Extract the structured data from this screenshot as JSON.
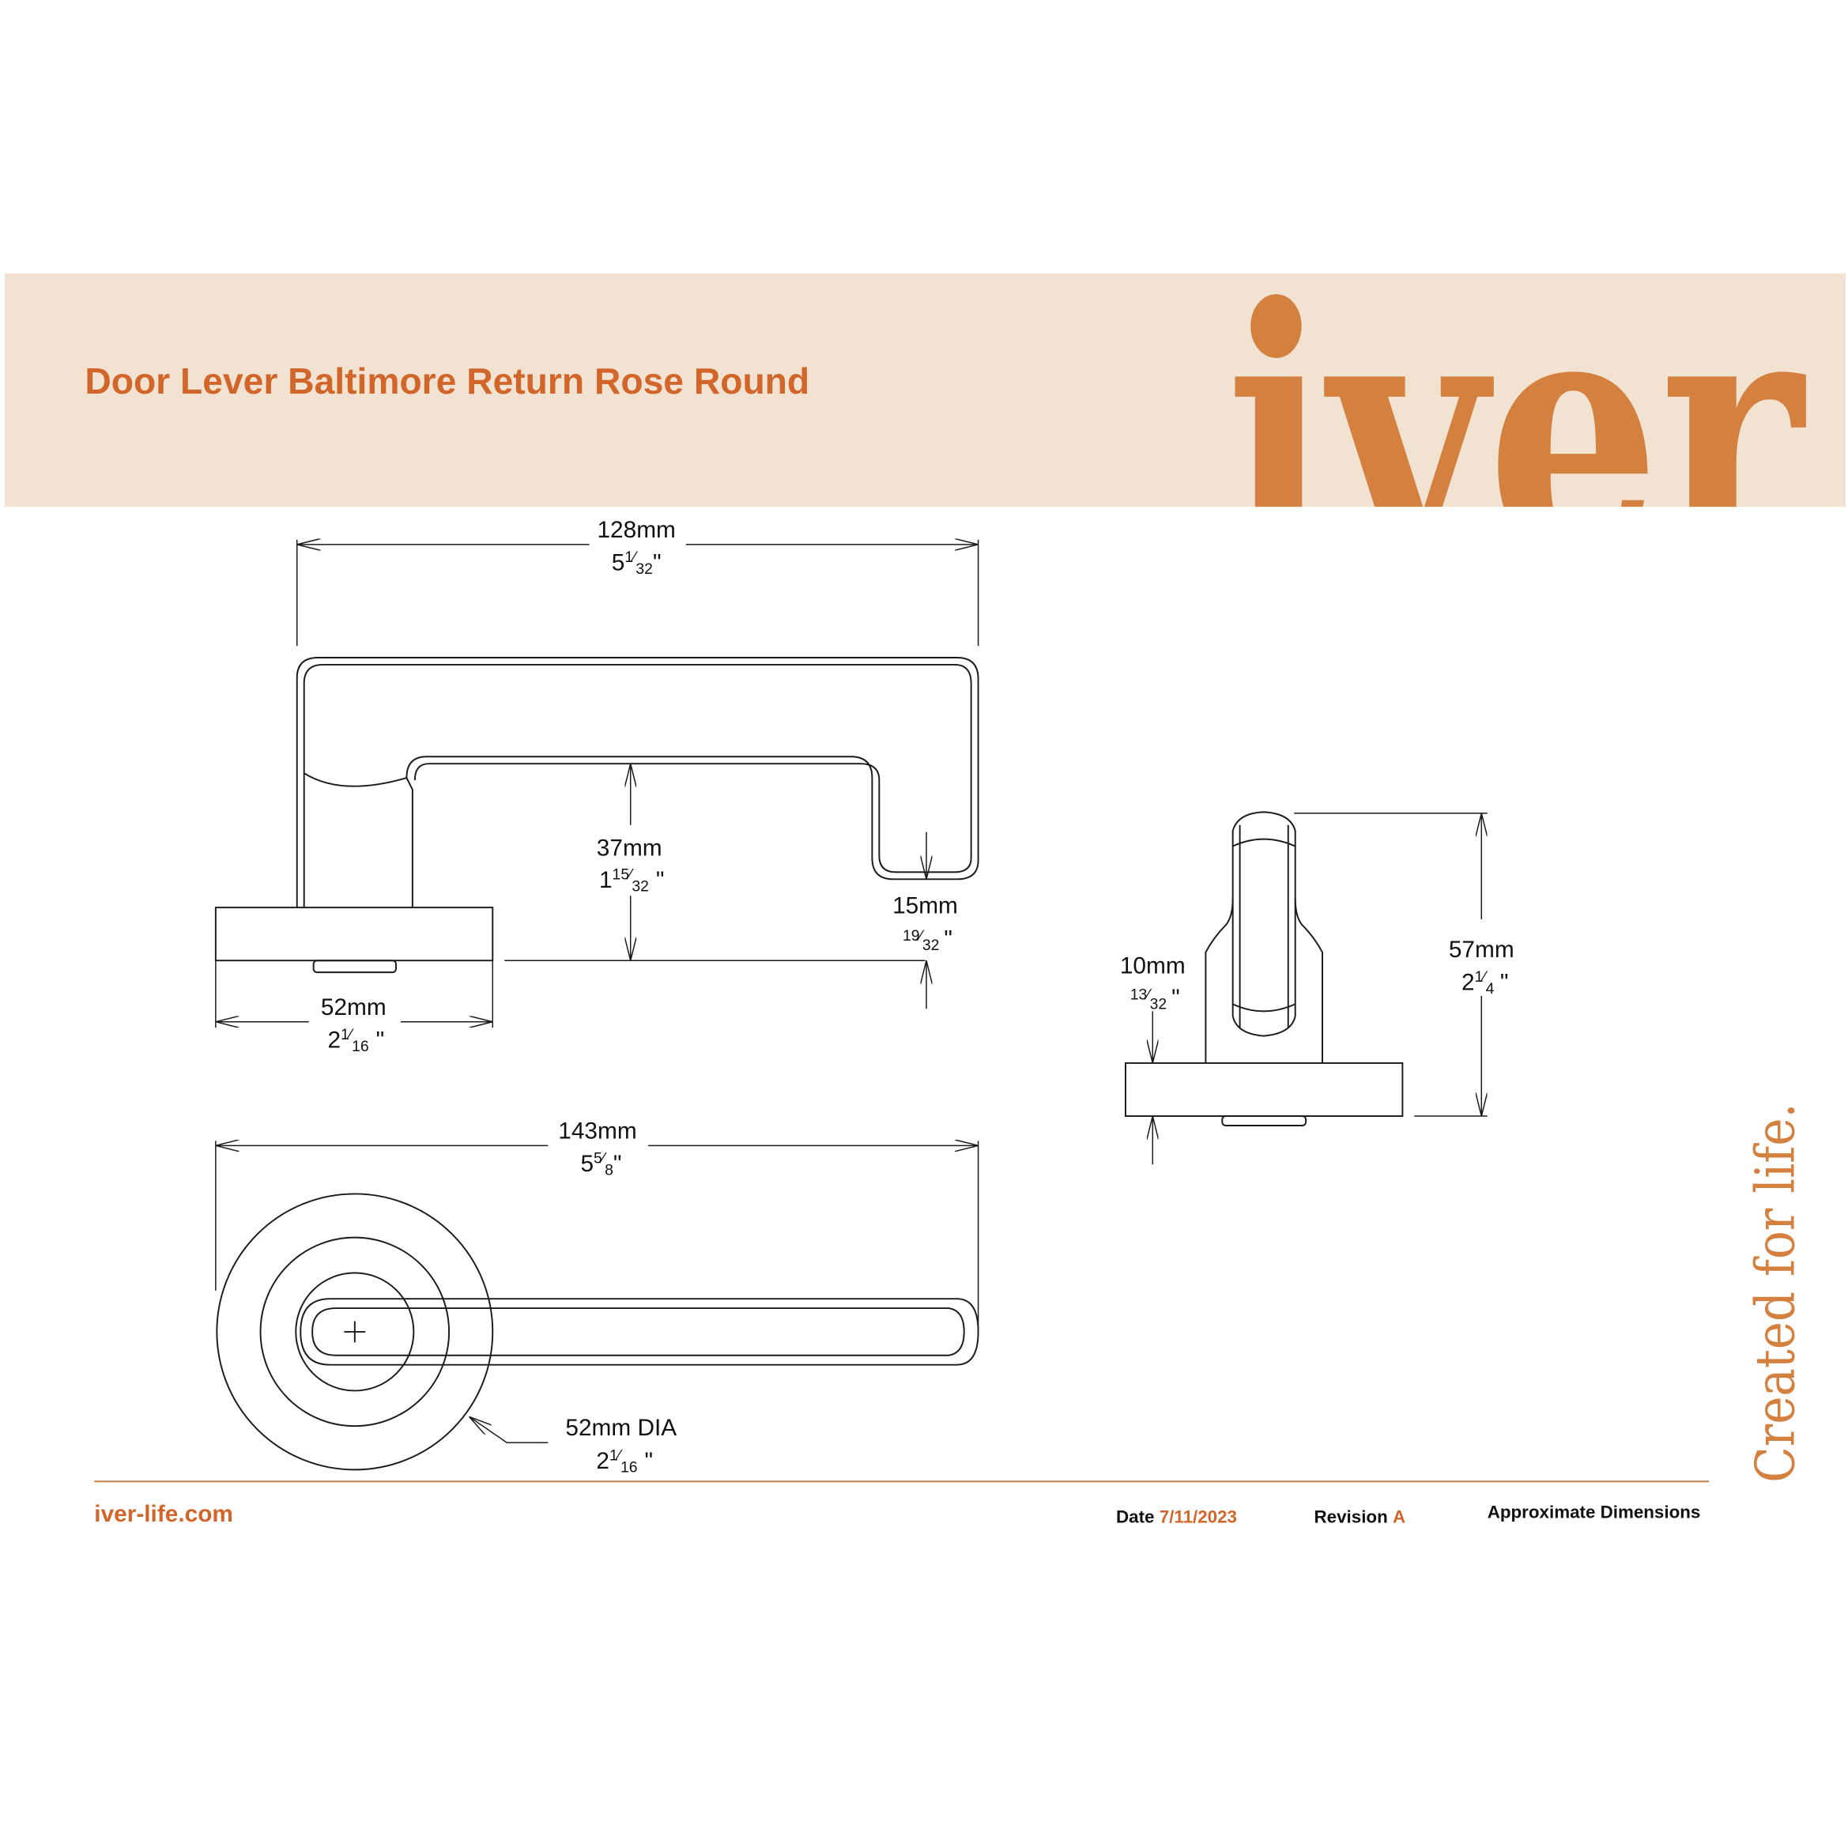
{
  "header": {
    "title": "Door Lever Baltimore Return Rose Round",
    "logo_text": "iver",
    "tagline": "Created for life.",
    "background_color": "#f2e2d1",
    "accent_color": "#d2662a",
    "logo_color": "#d4803f"
  },
  "dimensions": {
    "lever_length": {
      "mm": "128mm",
      "whole": "5",
      "num": "1",
      "den": "32",
      "unit": "\""
    },
    "lever_height": {
      "mm": "37mm",
      "whole": "1",
      "num": "15",
      "den": "32",
      "unit": "\""
    },
    "lever_thickness": {
      "mm": "15mm",
      "whole": "",
      "num": "19",
      "den": "32",
      "unit": "\""
    },
    "rose_width": {
      "mm": "52mm",
      "whole": "2",
      "num": "1",
      "den": "16",
      "unit": "\""
    },
    "overall_length": {
      "mm": "143mm",
      "whole": "5",
      "num": "5",
      "den": "8",
      "unit": "\""
    },
    "rose_diameter": {
      "mm": "52mm DIA",
      "whole": "2",
      "num": "1",
      "den": "16",
      "unit": "\""
    },
    "rose_depth": {
      "mm": "10mm",
      "whole": "",
      "num": "13",
      "den": "32",
      "unit": "\""
    },
    "projection": {
      "mm": "57mm",
      "whole": "2",
      "num": "1",
      "den": "4",
      "unit": "\""
    }
  },
  "footer": {
    "website": "iver-life.com",
    "date_label": "Date",
    "date_value": "7/11/2023",
    "revision_label": "Revision",
    "revision_value": "A",
    "note": "Approximate Dimensions"
  }
}
